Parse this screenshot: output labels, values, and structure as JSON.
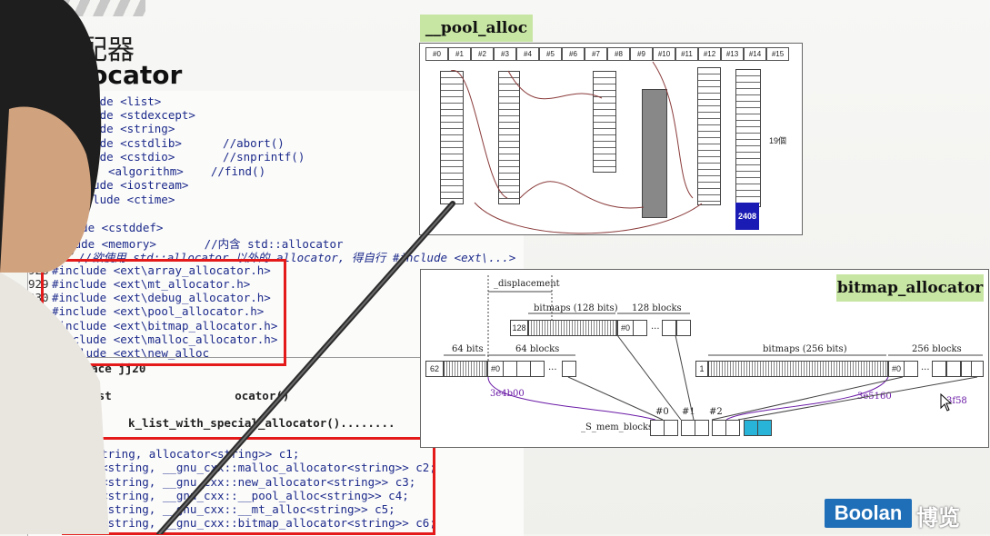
{
  "slide": {
    "title_cn": "分配器",
    "title_en": "llocator"
  },
  "code": {
    "includes_top": [
      "clude <list>",
      "clude <stdexcept>",
      "clude <string>",
      "clude <cstdlib>      //abort()",
      "clude <cstdio>       //snprintf()",
      "<algorithm>    //find()",
      "clude <iostream>",
      "nclude <ctime>",
      "",
      "nclude <cstddef>",
      "nclude <memory>       //内含 std::allocator",
      "  //欲使用 std::allocator 以外的 allocator, 得自行 #include <ext\\...>"
    ],
    "ext_includes": [
      {
        "num": "928",
        "text": "#include <ext\\array_allocator.h>"
      },
      {
        "num": "929",
        "text": "#include <ext\\mt_allocator.h>"
      },
      {
        "num": "930",
        "text": "#include <ext\\debug_allocator.h>"
      },
      {
        "num": "931",
        "text": "#include <ext\\pool_allocator.h>"
      },
      {
        "num": "932",
        "text": "#include <ext\\bitmap_allocator.h>"
      },
      {
        "num": "933",
        "text": "#include <ext\\malloc_allocator.h>"
      },
      {
        "num": "934",
        "text": "#include <ext\\new_alloc"
      }
    ],
    "namespace_line": "namespace jj20",
    "brace_line": "{",
    "test_line": "void test                  ocator()",
    "test_call": "k_list_with_special_allocator()........",
    "list_decls": [
      "   string, allocator<string>> c1;",
      "list<string, __gnu_cxx::malloc_allocator<string>> c2;",
      "list<string, __gnu_cxx::new_allocator<string>> c3;",
      "list<string, __gnu_cxx::__pool_alloc<string>> c4;",
      "list<string, __gnu_cxx::__mt_alloc<string>> c5;",
      "list<string, __gnu_cxx::bitmap_allocator<string>> c6;"
    ]
  },
  "pool": {
    "title": "__pool_alloc",
    "indices": [
      "#0",
      "#1",
      "#2",
      "#3",
      "#4",
      "#5",
      "#6",
      "#7",
      "#8",
      "#9",
      "#10",
      "#11",
      "#12",
      "#13",
      "#14",
      "#15"
    ],
    "side_label": "19個",
    "block_value": "2408"
  },
  "bitmap": {
    "title": "bitmap_allocator",
    "displacement": "_displacement",
    "bitmaps_128": "bitmaps (128 bits)",
    "blocks_128": "128 blocks",
    "cell_128": "128",
    "idx0": "#0",
    "dots": "...",
    "bits_64": "64 bits",
    "blocks_64": "64 blocks",
    "cell_62": "62",
    "bitmaps_256": "bitmaps (256 bits)",
    "blocks_256": "256 blocks",
    "cell_1": "1",
    "hex_left": "3e4b00",
    "hex_mid": "3e5160",
    "hex_right": "3f58",
    "mem_blocks_label": "_S_mem_blocks",
    "mem_idx": [
      "#0",
      "#1",
      "#2"
    ]
  },
  "logo": {
    "brand": "Boolan",
    "brand_cn": "博览"
  }
}
